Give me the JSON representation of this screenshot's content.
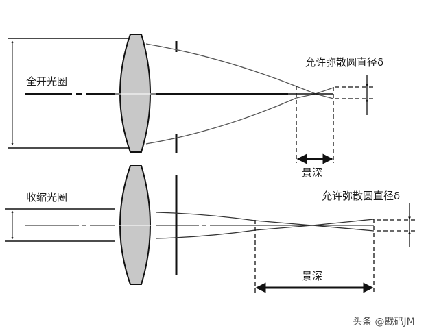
{
  "top": {
    "aperture_label": "全开光圈",
    "coc_label": "允许弥散圆直径δ",
    "dof_label": "景深"
  },
  "bottom": {
    "aperture_label": "收缩光圈",
    "coc_label": "允许弥散圆直径δ",
    "dof_label": "景深"
  },
  "watermark": "头条 @戡码JM",
  "colors": {
    "lens_fill": "#c8c8c8",
    "stroke": "#111111"
  }
}
